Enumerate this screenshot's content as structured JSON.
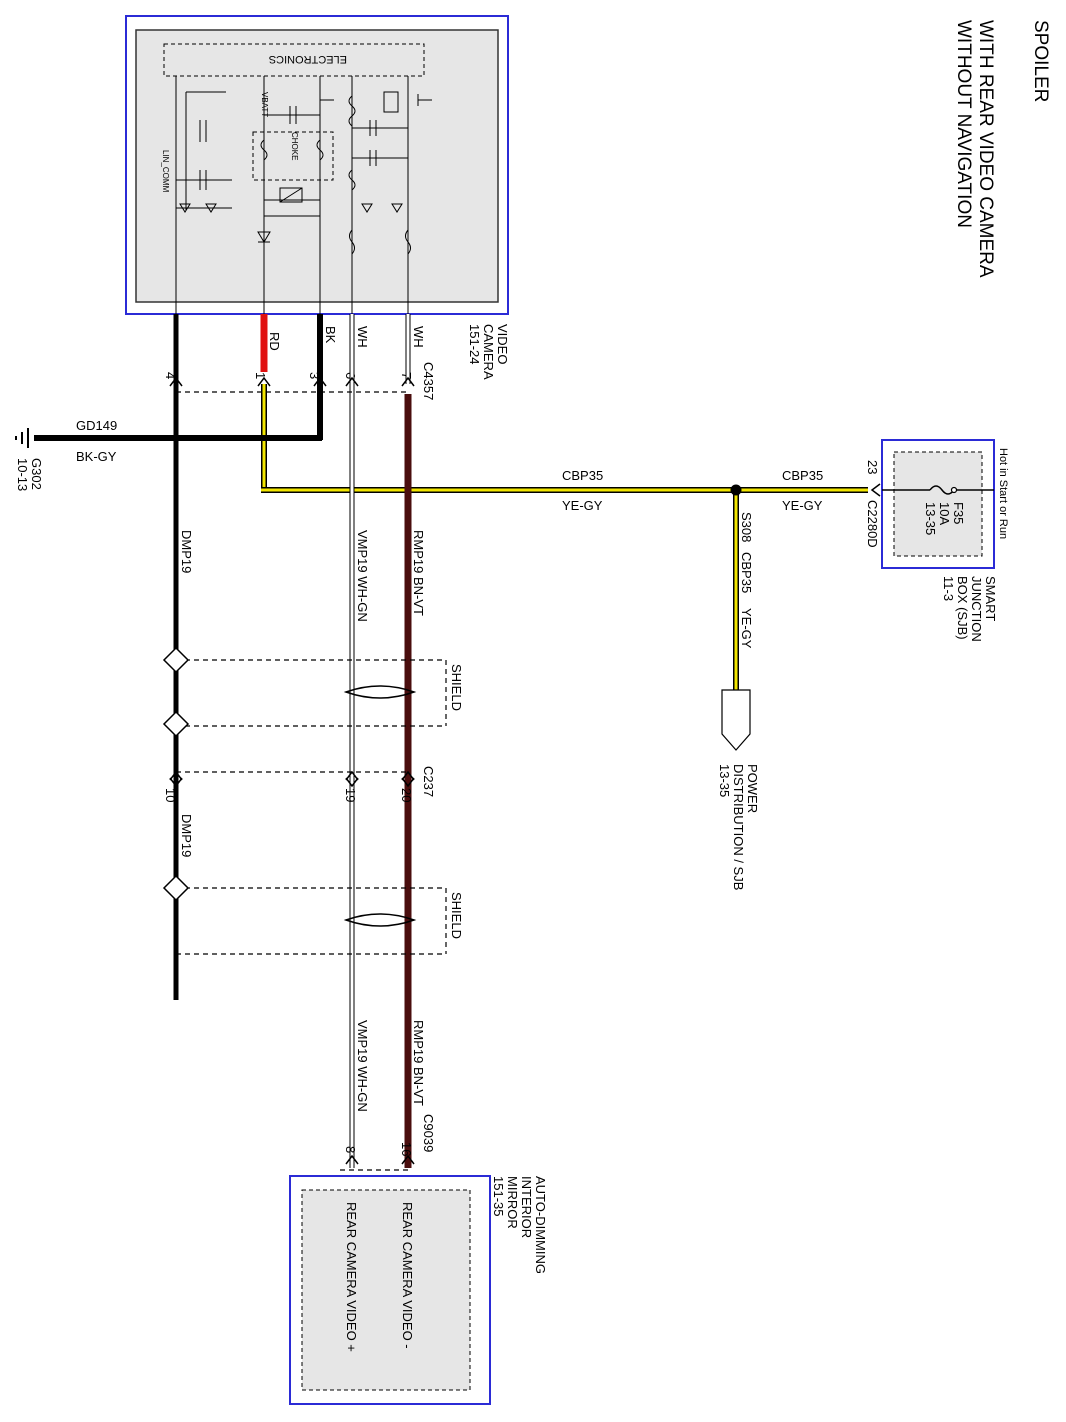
{
  "title": {
    "line1": "SPOILER",
    "line2": "WITH REAR VIDEO CAMERA",
    "line3": "WITHOUT NAVIGATION"
  },
  "video_camera": {
    "name_line1": "VIDEO",
    "name_line2": "CAMERA",
    "page_ref": "151-24",
    "connector": "C4357",
    "internal": {
      "electronics": "ELECTRONICS",
      "vbatt": "VBATT",
      "choke": "CHOKE",
      "lin_comm": "LIN_COMM"
    },
    "pins": [
      {
        "pin": "4",
        "color": ""
      },
      {
        "pin": "1",
        "color": "RD"
      },
      {
        "pin": "3",
        "color": "BK"
      },
      {
        "pin": "6",
        "color": "WH"
      },
      {
        "pin": "7",
        "color": "WH"
      }
    ]
  },
  "ground": {
    "circuit": "GD149",
    "wire_color": "BK-GY",
    "ground_point": "G302",
    "page_ref": "10-13"
  },
  "sjb": {
    "header": "Hot in Start or Run",
    "fuse": "F35",
    "fuse_rating": "10A",
    "fuse_ref": "13-35",
    "name_line1": "SMART",
    "name_line2": "JUNCTION",
    "name_line3": "BOX (SJB)",
    "page_ref": "11-3",
    "pin": "23",
    "connector": "C2280D"
  },
  "power_wire": {
    "circuit_left": "CBP35",
    "color_left": "YE-GY",
    "circuit_right": "CBP35",
    "color_right": "YE-GY",
    "splice": "S308",
    "branch_circuit": "CBP35",
    "branch_color": "YE-GY"
  },
  "power_distribution": {
    "line1": "POWER",
    "line2": "DISTRIBUTION / SJB",
    "page_ref": "13-35"
  },
  "shield_label": "SHIELD",
  "drain_label": "DMP19",
  "video_wires": {
    "vmp_label": "VMP19  WH-GN",
    "rmp_label": "RMP19  BN-VT"
  },
  "inline_connector": {
    "name": "C237",
    "pin_drain": "10",
    "pin_vmp": "19",
    "pin_rmp": "20"
  },
  "mirror": {
    "name_line1": "AUTO-DIMMING",
    "name_line2": "INTERIOR",
    "name_line3": "MIRROR",
    "page_ref": "151-35",
    "connector": "C9039",
    "pin_vmp": "8",
    "pin_rmp": "16",
    "signal_minus": "REAR CAMERA VIDEO -",
    "signal_plus": "REAR CAMERA VIDEO +"
  },
  "colors": {
    "module_border": "#2b2bd6",
    "module_fill": "#e6e6e6",
    "red_wire": "#e01010",
    "black_wire": "#000000",
    "brown_wire": "#4a0e0e",
    "yellow_wire": "#f2e600",
    "white_wire": "#ffffff"
  }
}
